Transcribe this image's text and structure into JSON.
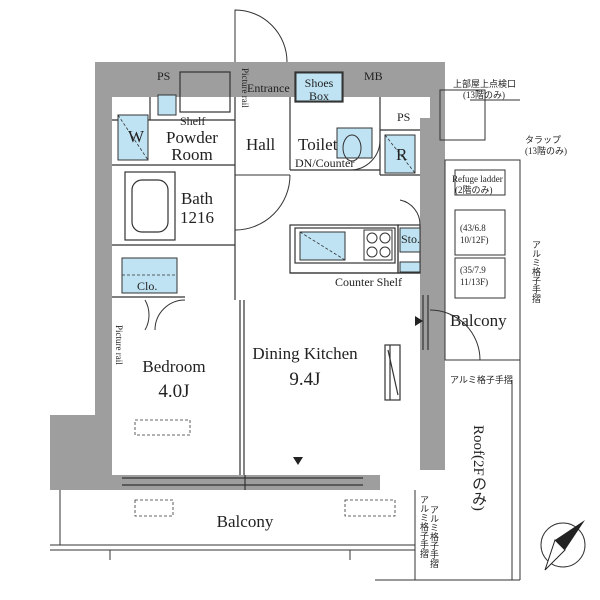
{
  "rooms": {
    "entrance": "Entrance",
    "shoes_box": [
      "Shoes",
      "Box"
    ],
    "mb": "MB",
    "ps_top": "PS",
    "ps_right": "PS",
    "shelf": "Shelf",
    "powder_room": [
      "Powder",
      "Room"
    ],
    "washer": "W",
    "hall": "Hall",
    "toilet": "Toilet",
    "dn_counter": "DN/Counter",
    "refrigerator": "R",
    "bath": [
      "Bath",
      "1216"
    ],
    "stove": "Sto.",
    "counter_shelf": "Counter  Shelf",
    "closet": "Clo.",
    "picture_rail_left": "Picture rail",
    "picture_rail_hall": "Picture rail",
    "bedroom": [
      "Bedroom",
      "4.0J"
    ],
    "dining_kitchen": [
      "Dining Kitchen",
      "9.4J"
    ],
    "balcony_side": "Balcony",
    "balcony_bottom": "Balcony",
    "refuge_ladder": [
      "Refuge ladder",
      "(2階のみ)"
    ],
    "outdoor_unit_1": [
      "(43/6.8",
      "10/12F)"
    ],
    "outdoor_unit_2": [
      "(35/7.9",
      "11/13F)"
    ],
    "roof": "Roof(2Fのみ)"
  },
  "annotations": {
    "inspection_port": [
      "上部屋上点検口",
      "(13階のみ)"
    ],
    "trap": [
      "タラップ",
      "(13階のみ)"
    ],
    "rail_right": "アルミ格子手摺",
    "rail_bottom": "アルミ格子手摺",
    "rail_side": "アルミ格子手摺",
    "rail_bal_bottom": "アルミ格子手摺"
  },
  "colors": {
    "wall": "#9e9e9e",
    "fixture_blue": "#bfe3f3",
    "line": "#333333"
  }
}
